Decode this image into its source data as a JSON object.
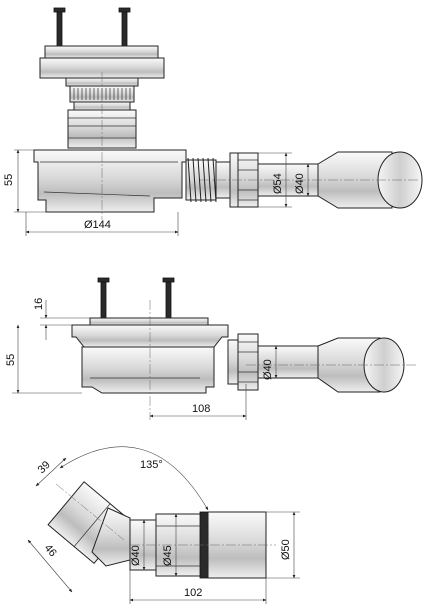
{
  "views": {
    "top": {
      "height_label": "55",
      "diameter_body_label": "Ø144",
      "diameter_nut_label": "Ø54",
      "diameter_pipe_label": "Ø40"
    },
    "middle": {
      "flange_label": "16",
      "height_label": "55",
      "outlet_offset_label": "108",
      "diameter_pipe_label": "Ø40"
    },
    "bottom": {
      "angle_label": "135°",
      "length_a_label": "39",
      "length_b_label": "46",
      "diameter_inner_label": "Ø40",
      "diameter_mid_label": "Ø45",
      "diameter_outer_label": "Ø50",
      "length_label": "102"
    }
  },
  "colors": {
    "line": "#222222",
    "background": "#ffffff"
  }
}
